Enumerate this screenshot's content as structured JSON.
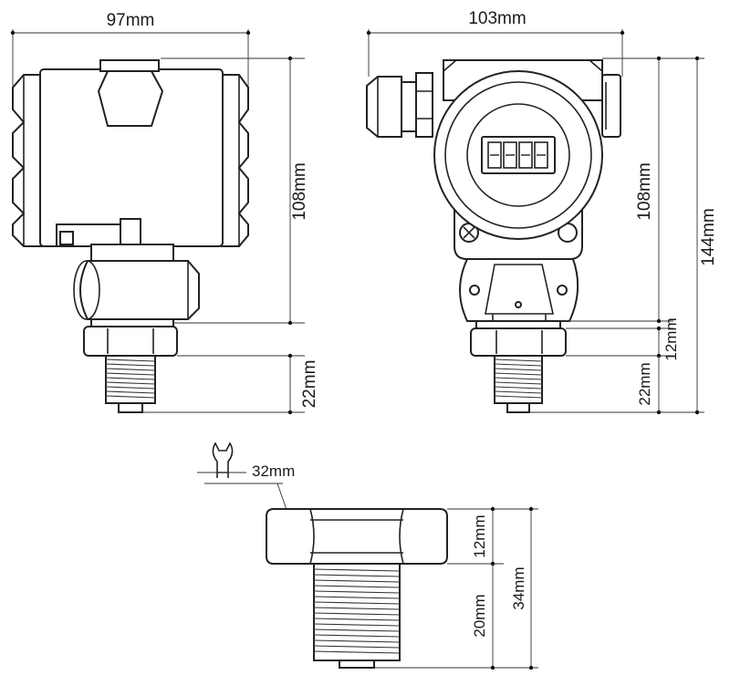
{
  "dimensions": {
    "side_view_width": "97mm",
    "side_view_body_height": "108mm",
    "side_view_thread_length": "22mm",
    "front_view_width": "103mm",
    "front_view_body_height": "108mm",
    "front_view_nut_height": "12mm",
    "front_view_thread_length": "22mm",
    "front_view_total_height": "144mm",
    "wrench_size": "32mm",
    "fitting_nut_height": "12mm",
    "fitting_thread_length": "20mm",
    "fitting_total_height": "34mm"
  },
  "display": {
    "digits": 4
  }
}
